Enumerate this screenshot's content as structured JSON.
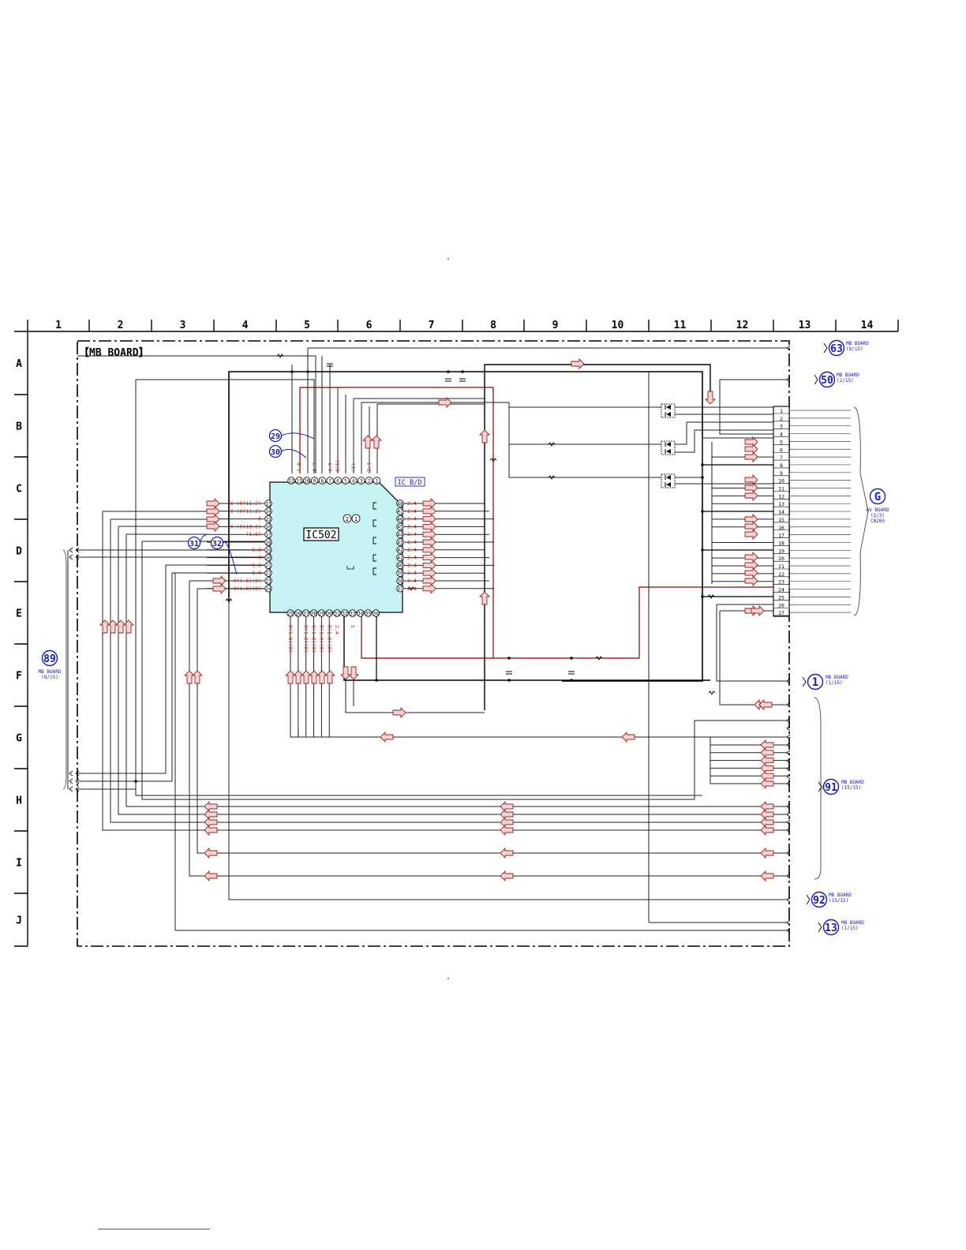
{
  "board_title": "【MB BOARD】",
  "columns": [
    "1",
    "2",
    "3",
    "4",
    "5",
    "6",
    "7",
    "8",
    "9",
    "10",
    "11",
    "12",
    "13",
    "14"
  ],
  "rows": [
    "A",
    "B",
    "C",
    "D",
    "E",
    "F",
    "G",
    "H",
    "I",
    "J"
  ],
  "ic": {
    "name": "IC502",
    "blockdiagram_tag": "IC B/D",
    "top_pins": [
      "12",
      "11",
      "10",
      "9",
      "8",
      "7",
      "6",
      "5",
      "4",
      "3",
      "2",
      "1"
    ],
    "left_pins": [
      "13",
      "14",
      "15",
      "16",
      "17",
      "18",
      "19",
      "20",
      "21",
      "22",
      "23",
      "24"
    ],
    "right_pins": [
      "48",
      "47",
      "46",
      "45",
      "44",
      "43",
      "42",
      "41",
      "40",
      "39",
      "38",
      "37"
    ],
    "bottom_pins": [
      "25",
      "26",
      "27",
      "28",
      "29",
      "30",
      "31",
      "32",
      "33",
      "34",
      "35",
      "36"
    ]
  },
  "left_voltages": [
    "0 (0(11.2)",
    "0 (0(11.2)",
    "5",
    "0 (0(10.6)",
    "(1.6)",
    "",
    "5.5",
    "0",
    "5.2",
    "1.6",
    "0(1.6)(0)",
    "0(1.6)(0)"
  ],
  "right_voltages": [
    "2.4",
    "2.4",
    "2.4",
    "2.4",
    "2.4",
    "2.4",
    "2.4",
    "2.4",
    "2.4",
    "2.4",
    "2.4",
    "2.4"
  ],
  "top_voltages": [
    "",
    "4.9",
    "",
    "4.3",
    "",
    "4.9",
    "0(5)",
    "",
    "(5)",
    "",
    "2.4",
    ""
  ],
  "bottom_voltages": [
    "0(1.6)(0)",
    "",
    "0(1.6)(0)",
    "0(1.6)(0)",
    "0(1.6)(0)",
    "0(1.6)(0)",
    "2.4",
    "",
    "5",
    "",
    "",
    ""
  ],
  "callouts": [
    {
      "num": "29"
    },
    {
      "num": "30"
    },
    {
      "num": "31"
    },
    {
      "num": "32"
    }
  ],
  "oscillator_marks": [
    "2",
    "1"
  ],
  "connector_pins": [
    "1",
    "2",
    "3",
    "4",
    "5",
    "6",
    "7",
    "8",
    "9",
    "10",
    "11",
    "12",
    "13",
    "14",
    "15",
    "16",
    "17",
    "18",
    "19",
    "20",
    "21",
    "22",
    "23",
    "24",
    "25",
    "26",
    "27"
  ],
  "references": [
    {
      "id": "63",
      "lines": [
        "MB BOARD",
        "(8/15)"
      ]
    },
    {
      "id": "50",
      "lines": [
        "MB BOARD",
        "(2/15)"
      ]
    },
    {
      "id": "G",
      "lines": [
        "AV BOARD",
        "(2/3)",
        "CN203"
      ]
    },
    {
      "id": "89",
      "lines": [
        "MB BOARD",
        "(8/15)"
      ]
    },
    {
      "id": "1",
      "lines": [
        "MB BOARD",
        "(1/15)"
      ]
    },
    {
      "id": "91",
      "lines": [
        "MB BOARD",
        "(15/15)"
      ]
    },
    {
      "id": "92",
      "lines": [
        "MB BOARD",
        "(15/15)"
      ]
    },
    {
      "id": "13",
      "lines": [
        "MB BOARD",
        "(1/15)"
      ]
    }
  ],
  "colors": {
    "frame": "#000000",
    "wire": "#202020",
    "wire_thick": "#000000",
    "signal_red": "#8b0000",
    "voltage_text": "#c02020",
    "ic_fill": "#c6f4f4",
    "blue": "#1a1ab0",
    "arrow_fill": "#f5d4d4",
    "arrow_stroke": "#9a2020"
  }
}
